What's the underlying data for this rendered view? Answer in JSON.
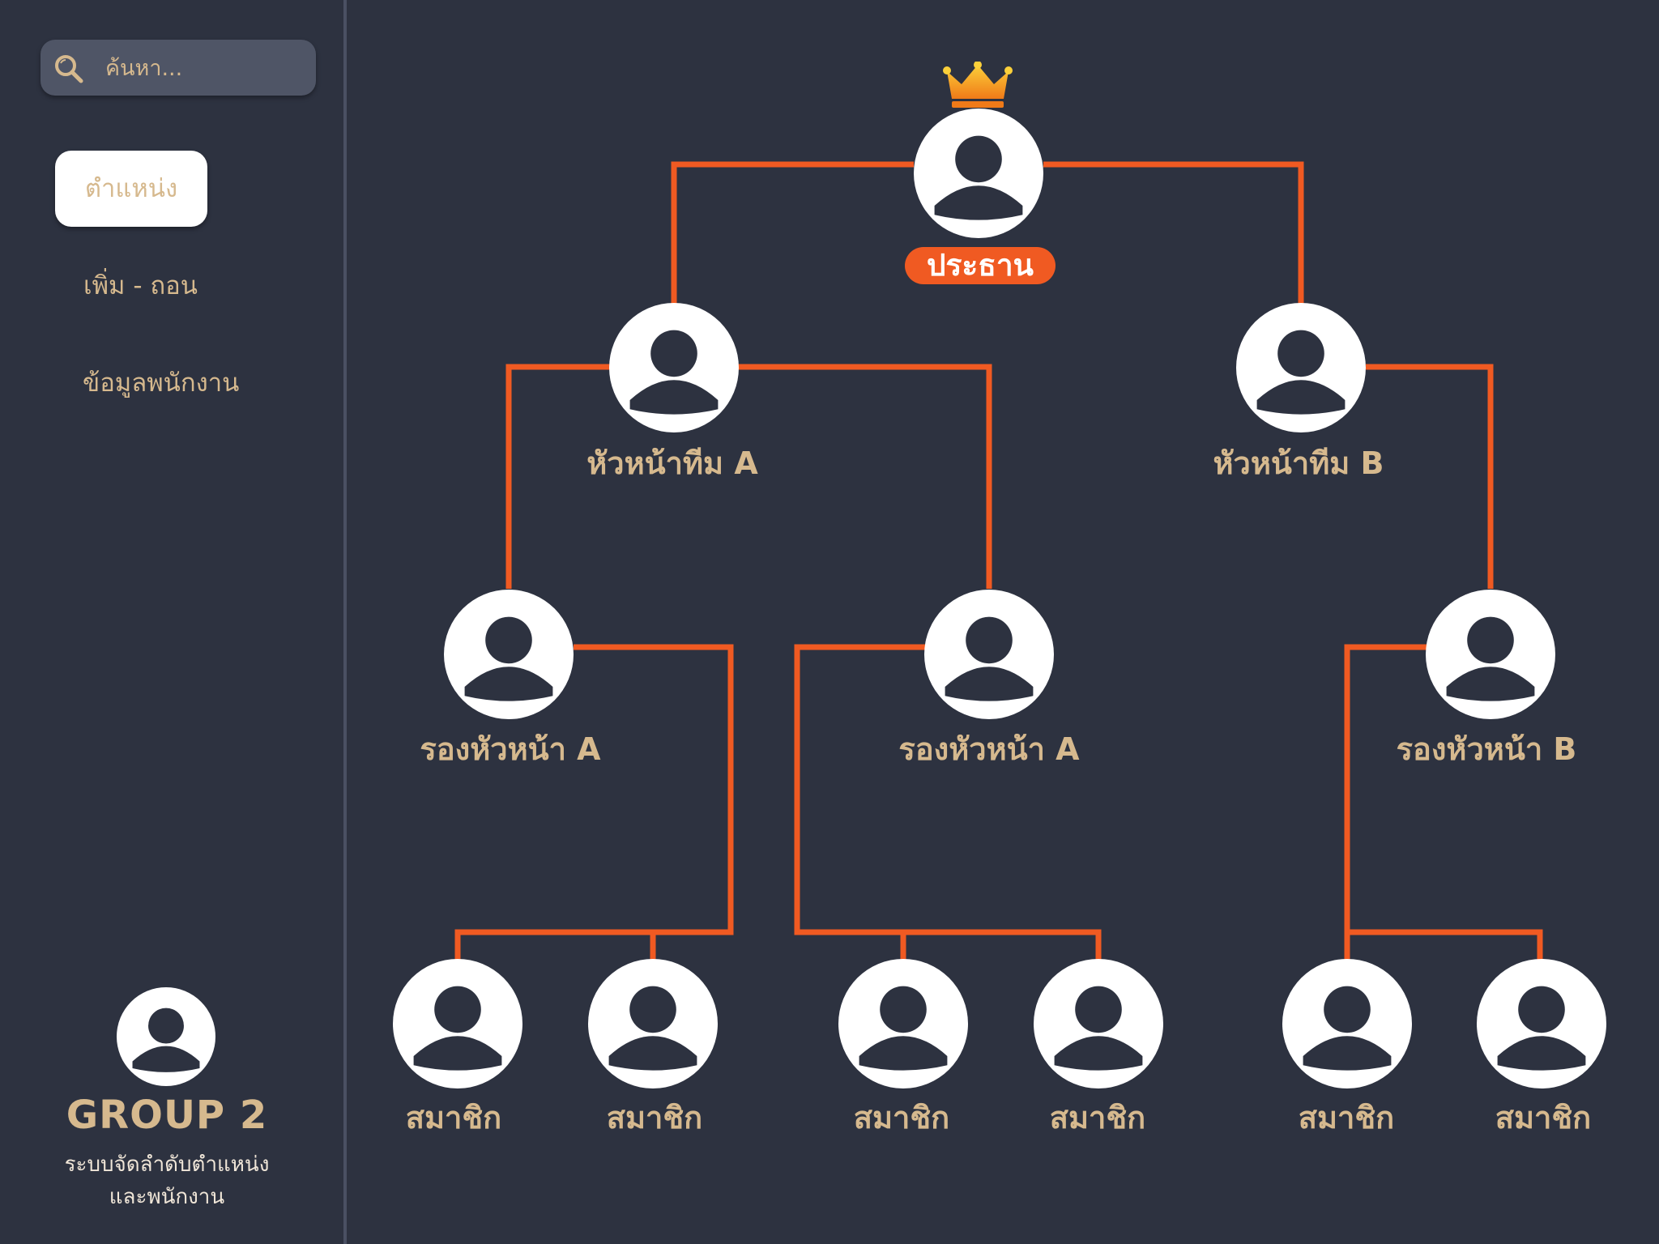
{
  "search": {
    "placeholder": "ค้นหา..."
  },
  "nav": {
    "items": [
      {
        "label": "ตำแหน่ง",
        "active": true
      },
      {
        "label": "เพิ่ม - ถอน",
        "active": false
      },
      {
        "label": "ข้อมูลพนักงาน",
        "active": false
      }
    ]
  },
  "brand": {
    "name": "GROUP 2",
    "tagline_line1": "ระบบจัดลำดับตำแหน่ง",
    "tagline_line2": "และพนักงาน"
  },
  "org": {
    "president": "ประธาน",
    "leader_a": "หัวหน้าทีม A",
    "leader_b": "หัวหน้าทีม B",
    "deputy_a1": "รองหัวหน้า A",
    "deputy_a2": "รองหัวหน้า A",
    "deputy_b": "รองหัวหน้า B",
    "member_1": "สมาชิก",
    "member_2": "สมาชิก",
    "member_3": "สมาชิก",
    "member_4": "สมาชิก",
    "member_5": "สมาชิก",
    "member_6": "สมาชิก"
  },
  "colors": {
    "background": "#2d3240",
    "accent": "#f05a22",
    "text_gold": "#d6b98e",
    "avatar_bg": "#ffffff",
    "avatar_figure": "#2d3240",
    "crown": "#f7a21b"
  },
  "icons": {
    "search": "search-icon",
    "crown": "crown-icon",
    "avatar": "user-avatar-icon"
  }
}
